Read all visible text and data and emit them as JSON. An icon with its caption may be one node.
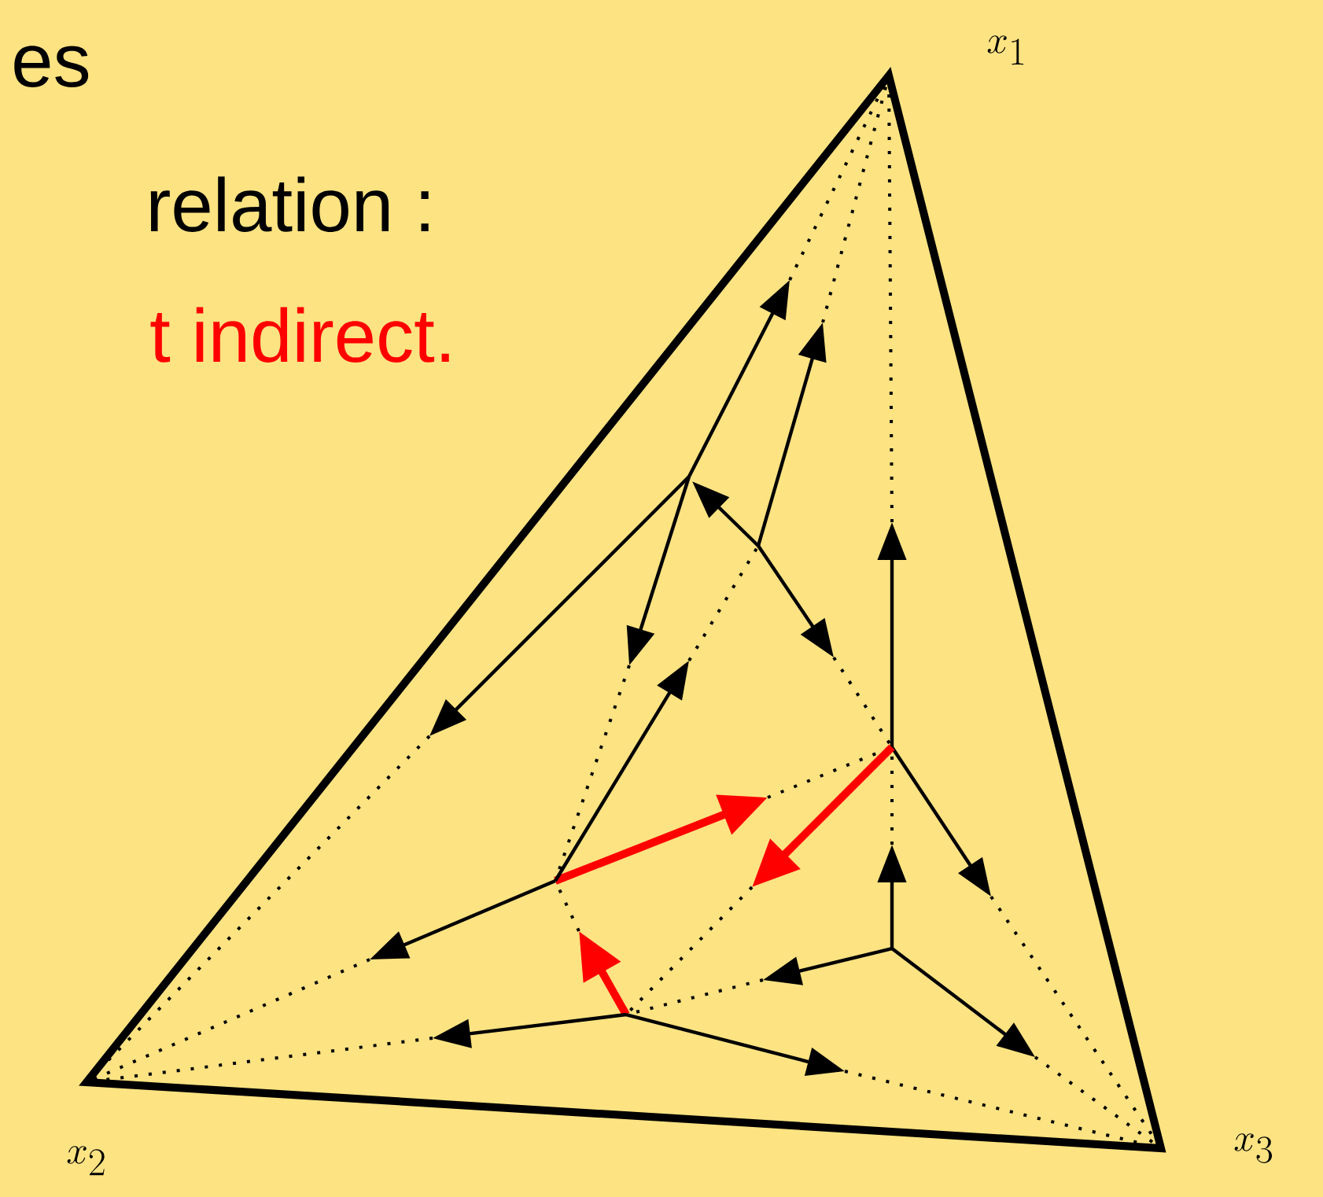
{
  "diagram": {
    "labels": [
      "es",
      "relation :",
      "t indirect.",
      "x_1",
      "x_2",
      "x_3"
    ]
  }
}
